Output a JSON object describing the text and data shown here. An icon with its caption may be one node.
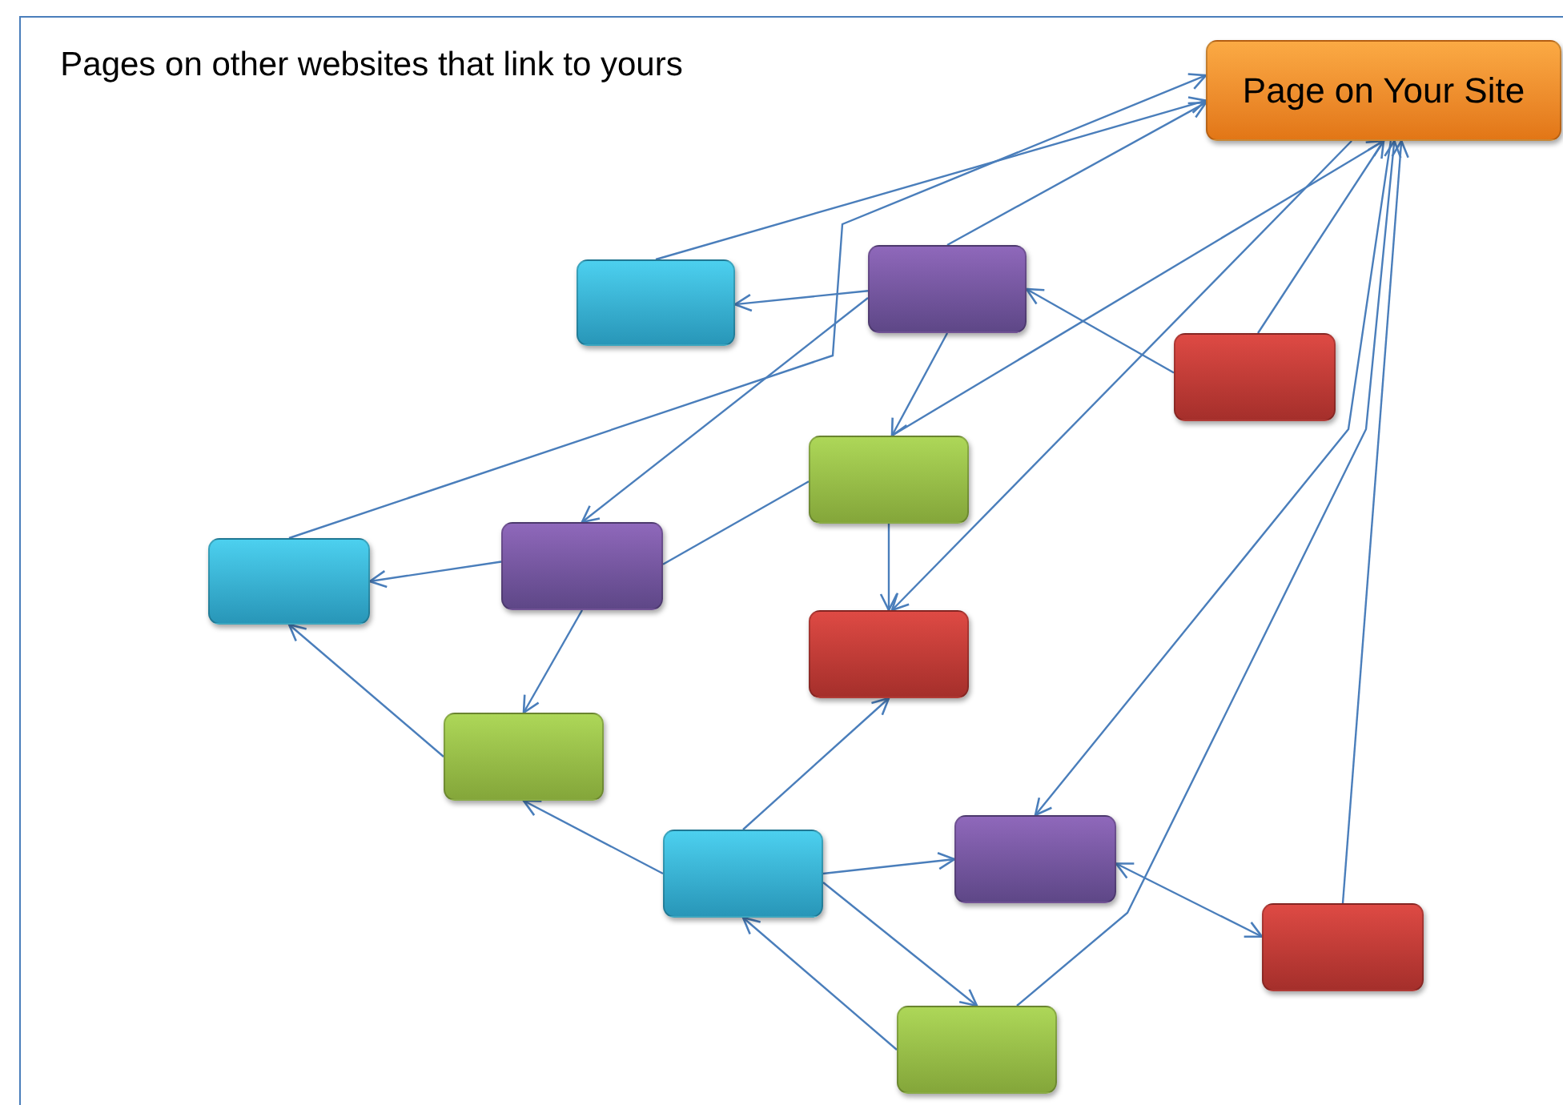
{
  "diagram": {
    "nodes": [
      {
        "text": [
          "Page on Your Site"
        ]
      },
      {
        "text": [],
        "shape": "box"
      },
      {
        "text": [],
        "shape": "box"
      },
      {
        "text": [],
        "shape": "box"
      },
      {
        "text": [],
        "shape": "box"
      },
      {
        "text": [],
        "shape": "box"
      },
      {
        "text": [],
        "shape": "box"
      },
      {
        "text": [],
        "shape": "box"
      },
      {
        "text": [],
        "shape": "box"
      },
      {
        "text": [],
        "shape": "box"
      },
      {
        "text": [],
        "shape": "box"
      },
      {
        "text": [],
        "shape": "box"
      },
      {
        "text": [],
        "shape": "box"
      }
    ],
    "edges": [
      {
        "from": 1,
        "to": 0,
        "arrow": "to"
      },
      {
        "from": 5,
        "to": 0,
        "arrow": "to"
      },
      {
        "from": 2,
        "to": 0,
        "arrow": "to"
      },
      {
        "from": 2,
        "to": 1,
        "arrow": "to"
      },
      {
        "from": 2,
        "to": 6,
        "arrow": "to"
      },
      {
        "from": 2,
        "to": 4,
        "arrow": "to"
      },
      {
        "from": 4,
        "to": 0,
        "arrow": "to"
      },
      {
        "from": 0,
        "to": 7,
        "arrow": "to"
      },
      {
        "from": 4,
        "to": 7,
        "arrow": "to"
      },
      {
        "from": 3,
        "to": 2,
        "arrow": "to"
      },
      {
        "from": 3,
        "to": 0,
        "arrow": "to"
      },
      {
        "from": 0,
        "to": 10,
        "arrow": "to"
      },
      {
        "from": 12,
        "to": 0,
        "arrow": "to"
      },
      {
        "from": 11,
        "to": 0,
        "arrow": "to"
      },
      {
        "from": 6,
        "to": 5,
        "arrow": "to"
      },
      {
        "from": 6,
        "to": 4,
        "arrow": "none"
      },
      {
        "from": 6,
        "to": 8,
        "arrow": "to"
      },
      {
        "from": 8,
        "to": 5,
        "arrow": "to"
      },
      {
        "from": 9,
        "to": 8,
        "arrow": "to"
      },
      {
        "from": 9,
        "to": 7,
        "arrow": "to"
      },
      {
        "from": 9,
        "to": 10,
        "arrow": "to"
      },
      {
        "from": 9,
        "to": 12,
        "arrow": "to"
      },
      {
        "from": 12,
        "to": 9,
        "arrow": "to"
      },
      {
        "from": 11,
        "to": 10,
        "arrow": "both"
      }
    ],
    "labels": [
      "Pages on other websites that link to yours"
    ]
  }
}
